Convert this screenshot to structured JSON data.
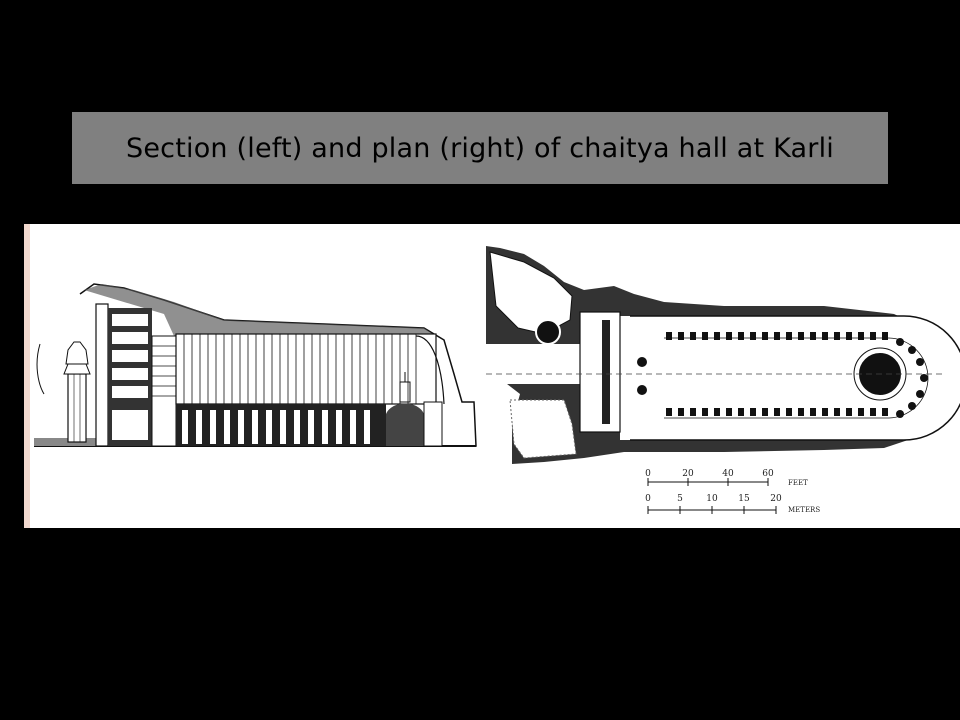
{
  "slide": {
    "title": "Section (left) and plan (right) of chaitya hall at Karli"
  },
  "scale_bar": {
    "feet_ticks": [
      "0",
      "20",
      "40",
      "60"
    ],
    "feet_unit": "FEET",
    "meter_ticks": [
      "0",
      "5",
      "10",
      "15",
      "20"
    ],
    "meter_unit": "METERS"
  },
  "colors": {
    "background": "#000000",
    "title_box": "#808080",
    "figure_bg": "#ffffff",
    "ink": "#111111"
  }
}
